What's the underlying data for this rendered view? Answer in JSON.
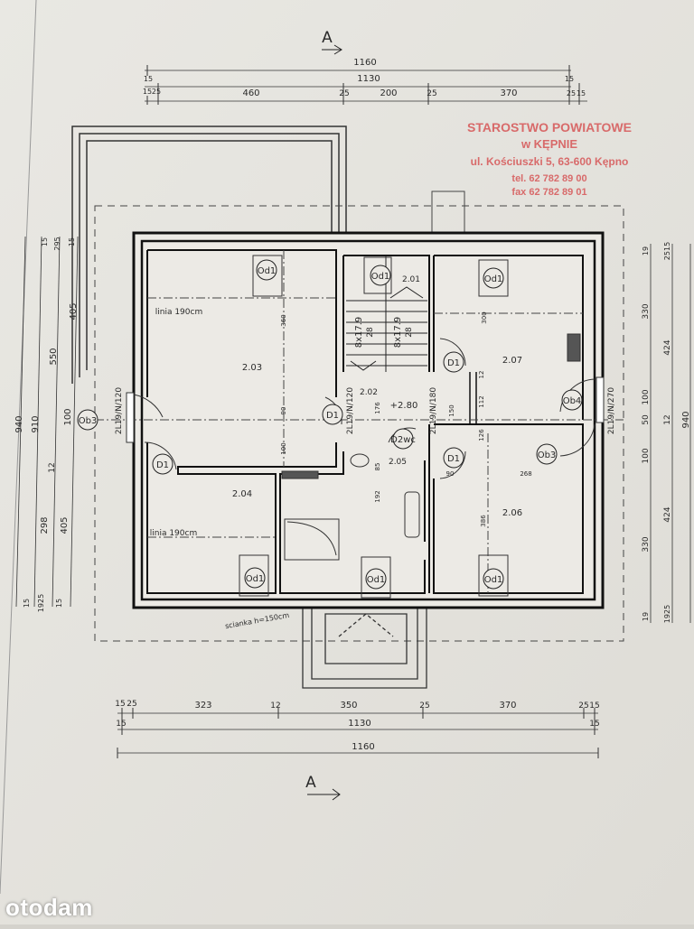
{
  "section_marker": {
    "top": "A",
    "bottom": "A"
  },
  "stamp": {
    "line1": "STAROSTWO POWIATOWE",
    "line2": "w KĘPNIE",
    "line3": "ul. Kościuszki 5, 63-600 Kępno",
    "line4": "tel. 62 782 89 00",
    "line5": "fax 62 782 89 01",
    "color": "#d86a6a"
  },
  "top_dims": {
    "total": "1160",
    "row2": [
      "15",
      "1130",
      "15"
    ],
    "row3": [
      "15",
      "25",
      "460",
      "25",
      "200",
      "25",
      "370",
      "25",
      "15"
    ]
  },
  "bottom_dims": {
    "row1": [
      "15",
      "25",
      "323",
      "12",
      "350",
      "25",
      "370",
      "25",
      "15"
    ],
    "row2": [
      "15",
      "1130",
      "15"
    ],
    "total": "1160"
  },
  "left_dims": [
    "940",
    "910",
    "550",
    "405",
    "100",
    "12",
    "298",
    "405",
    "15",
    "295",
    "15",
    "15",
    "1925",
    "15"
  ],
  "right_dims": [
    "19",
    "330",
    "100",
    "50",
    "100",
    "330",
    "19",
    "424",
    "12",
    "424",
    "2515",
    "1925",
    "940"
  ],
  "rooms": [
    "2.01",
    "2.02",
    "2.03",
    "2.04",
    "2.05",
    "2.06",
    "2.07"
  ],
  "tags": {
    "od1": "Od1",
    "ob3": "Ob3",
    "ob4": "Ob4",
    "d1": "D1",
    "d2wc": "D2wc"
  },
  "notes": {
    "line_190_a": "linia 190cm",
    "line_190_b": "linia 190cm",
    "partition": "scianka h=150cm",
    "stairs_a": "8x17.9",
    "stairs_a2": "28",
    "stairs_b": "8x17.9",
    "stairs_b2": "28",
    "level": "+2.80"
  },
  "lintels": [
    "2L19/N/120",
    "2L19/N/120",
    "2L19/N/180",
    "2L19/N/270"
  ],
  "interior_dims": [
    "360",
    "90",
    "100",
    "176",
    "150",
    "85",
    "192",
    "300",
    "112",
    "12",
    "126",
    "90",
    "268",
    "386"
  ],
  "watermark": "otodam"
}
